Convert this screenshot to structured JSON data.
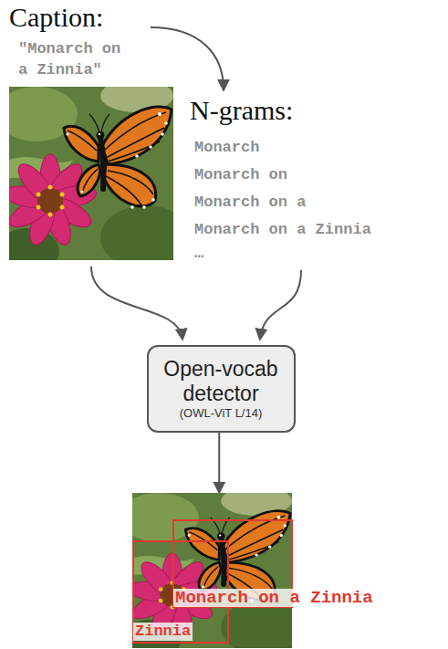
{
  "diagram": {
    "nodes": [
      {
        "text": [
          "Open-vocab detector",
          "(OWL-ViT L/14)"
        ]
      },
      {
        "text": [
          "Monarch on a Zinnia",
          "Zinnia"
        ]
      }
    ],
    "edges": [
      {
        "from": 0,
        "to": 1,
        "arrow": "to"
      }
    ],
    "labels": [
      "Caption:",
      "\"Monarch on a Zinnia\"",
      "N-grams:",
      "Monarch",
      "Monarch on",
      "Monarch on a",
      "Monarch on a Zinnia",
      "…"
    ]
  }
}
